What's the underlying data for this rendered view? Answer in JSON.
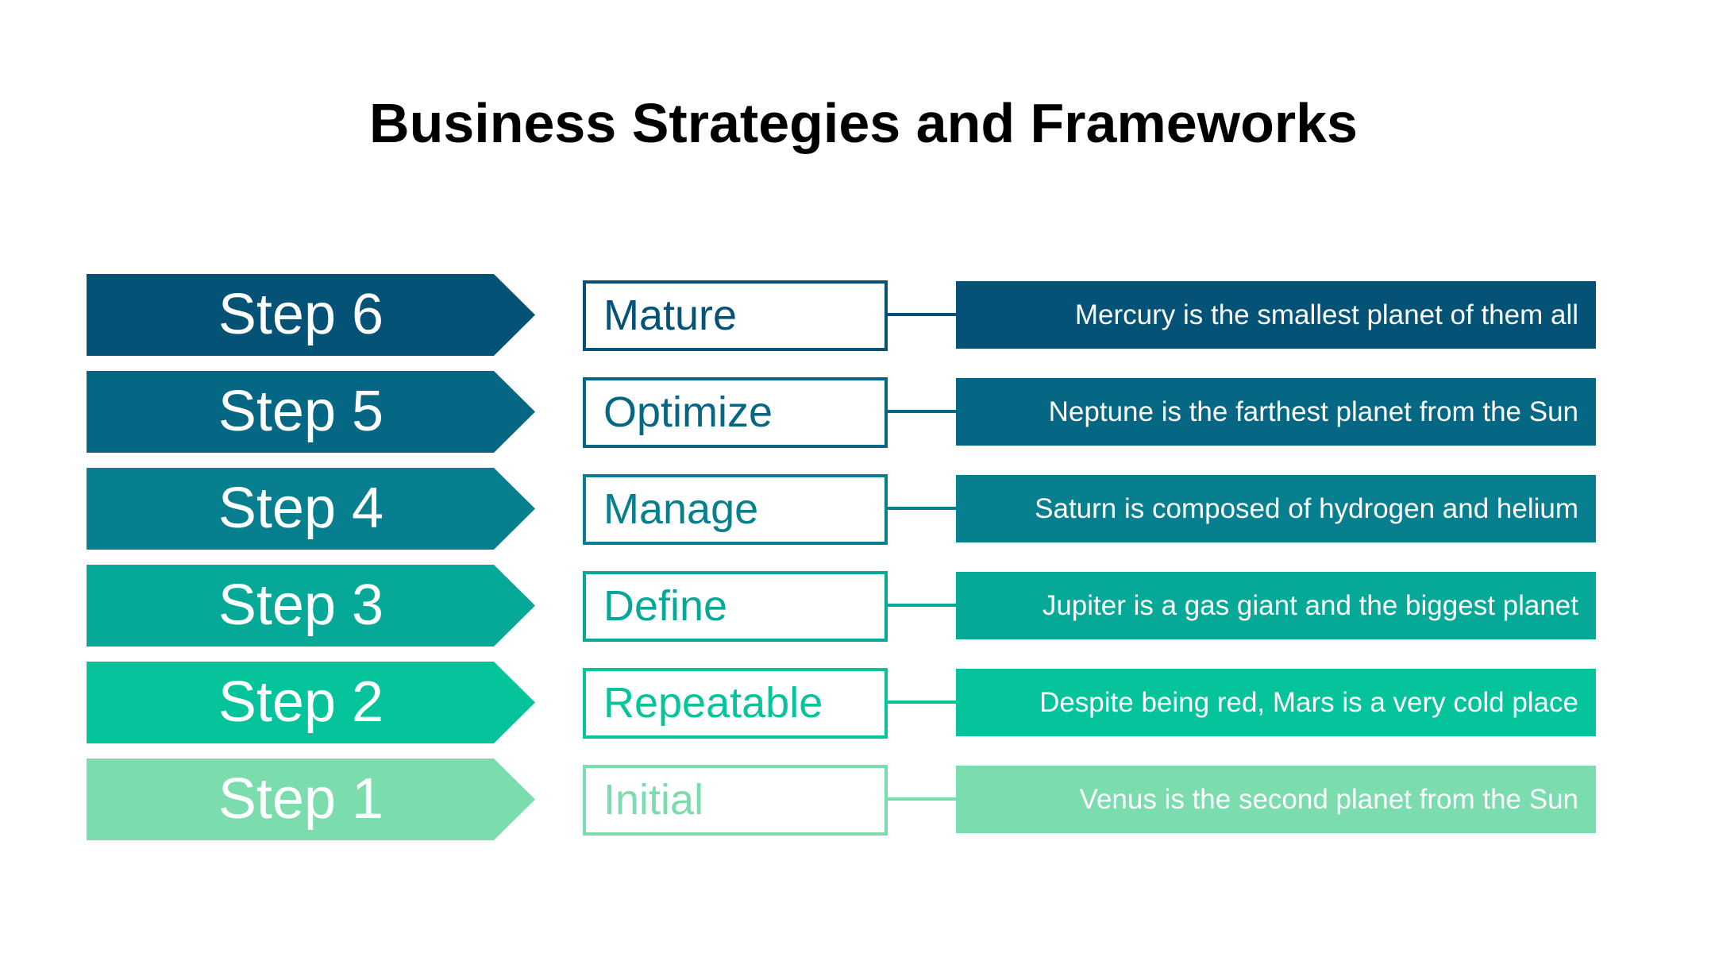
{
  "title": "Business Strategies and Frameworks",
  "rows": [
    {
      "step": "Step 6",
      "stage": "Mature",
      "description": "Mercury is the smallest planet of them all",
      "color": "#045276"
    },
    {
      "step": "Step 5",
      "stage": "Optimize",
      "description": "Neptune is the farthest planet from the Sun",
      "color": "#066785"
    },
    {
      "step": "Step 4",
      "stage": "Manage",
      "description": "Saturn is composed of hydrogen and helium",
      "color": "#077F8E"
    },
    {
      "step": "Step 3",
      "stage": "Define",
      "description": "Jupiter is a gas giant and the biggest planet",
      "color": "#06A898"
    },
    {
      "step": "Step 2",
      "stage": "Repeatable",
      "description": "Despite being red, Mars is a very cold place",
      "color": "#05C49C"
    },
    {
      "step": "Step 1",
      "stage": "Initial",
      "description": "Venus is the second planet from the Sun",
      "color": "#7BDCAE"
    }
  ]
}
